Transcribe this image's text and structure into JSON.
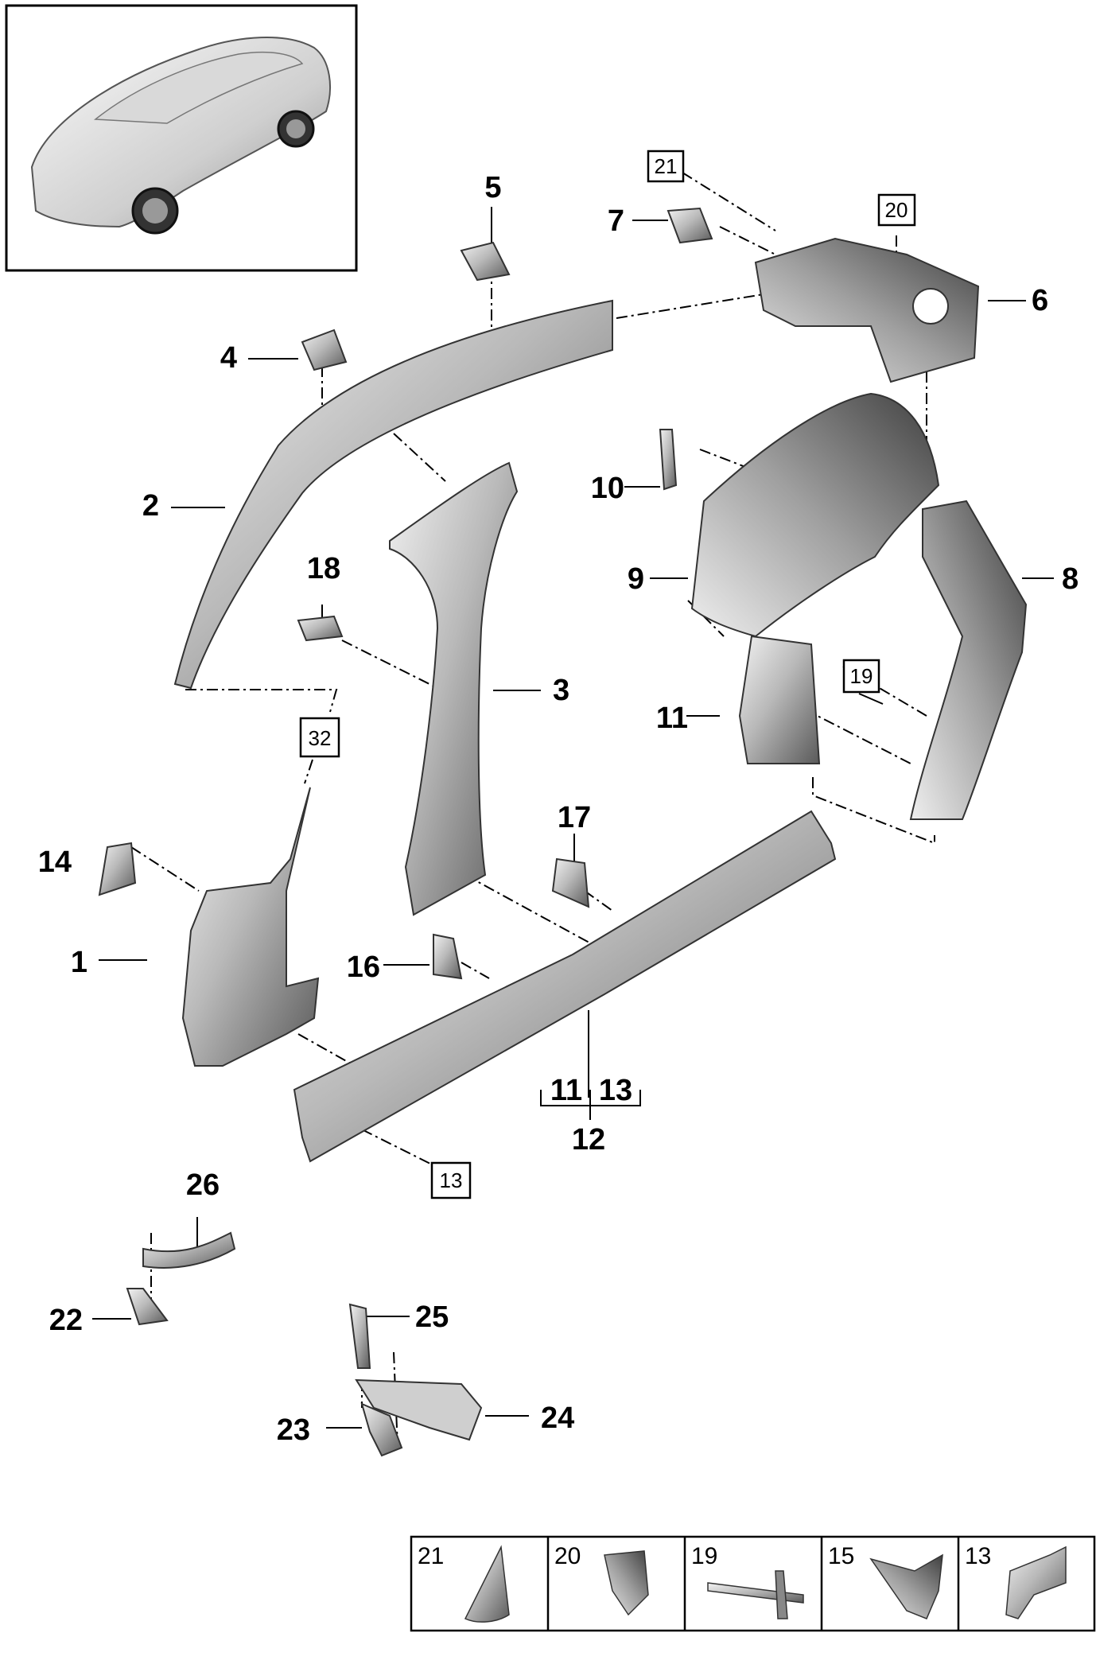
{
  "callouts": {
    "n1": "1",
    "n2": "2",
    "n3": "3",
    "n4": "4",
    "n5": "5",
    "n6": "6",
    "n7": "7",
    "n8": "8",
    "n9": "9",
    "n10": "10",
    "n11a": "11",
    "n11b": "11",
    "n12": "12",
    "n13": "13",
    "n14": "14",
    "n16": "16",
    "n17": "17",
    "n18": "18",
    "n22": "22",
    "n23": "23",
    "n24": "24",
    "n25": "25",
    "n26": "26"
  },
  "ref_boxes": {
    "b21": "21",
    "b20": "20",
    "b19": "19",
    "b32": "32",
    "b13": "13"
  },
  "legend": {
    "cells": [
      {
        "label": "21"
      },
      {
        "label": "20"
      },
      {
        "label": "19"
      },
      {
        "label": "15"
      },
      {
        "label": "13"
      }
    ]
  },
  "colors": {
    "line": "#000000",
    "part_light": "#e2e2e2",
    "part_mid": "#a8a8a8",
    "part_dark": "#4a4a4a"
  }
}
